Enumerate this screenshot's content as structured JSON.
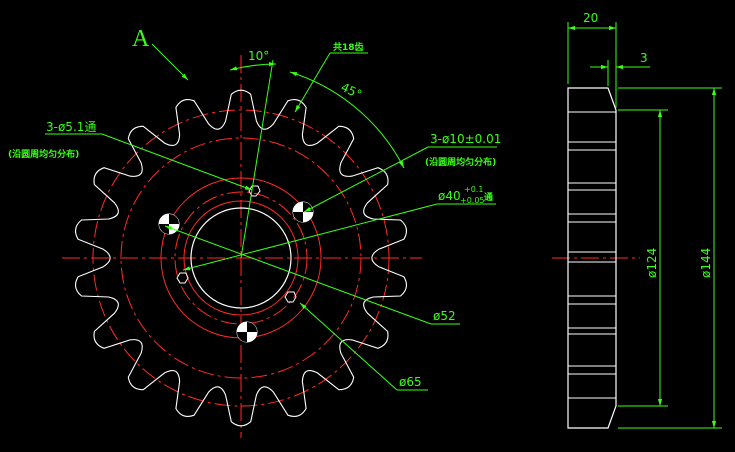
{
  "view_label": "A",
  "colors": {
    "background": "#000000",
    "outline": "#ffffff",
    "dimension": "#39ff14",
    "center_line": "#ff2a2a"
  },
  "gear": {
    "teeth": 18,
    "teeth_note": "共18齿"
  },
  "front_view": {
    "angle_tooth": "10°",
    "angle_hole": "45°",
    "small_holes": "3-ø5.1通",
    "small_holes_note": "(沿圆周均匀分布)",
    "pin_holes": "3-ø10±0.01",
    "pin_holes_note": "(沿圆周均匀分布)",
    "bore_main": "ø40",
    "bore_tol_upper": "+0.1",
    "bore_tol_lower": "+0.05",
    "bore_suffix": "通",
    "circle_52": "ø52",
    "circle_65": "ø65"
  },
  "side_view": {
    "width": "20",
    "chamfer": "3",
    "dia_124": "ø124",
    "dia_144": "ø144"
  }
}
